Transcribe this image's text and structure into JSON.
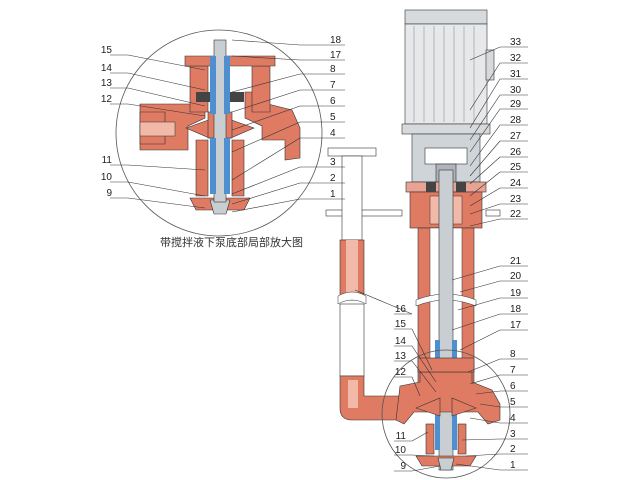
{
  "caption": "带搅拌液下泵底部局部放大图",
  "colors": {
    "body": "#e07b63",
    "body_dark": "#b24a35",
    "shaft": "#c9ced3",
    "shaft_dark": "#8f979e",
    "seal_blue": "#4f8fcf",
    "motor": "#e6e8ea",
    "motor_dark": "#9aa0a6",
    "frame": "#cfd4d8",
    "outline": "#333333"
  },
  "left_labels": [
    "1",
    "2",
    "3",
    "4",
    "5",
    "6",
    "7",
    "8",
    "9",
    "10",
    "11",
    "12",
    "13",
    "14",
    "15",
    "17",
    "18"
  ],
  "right_labels": [
    "1",
    "2",
    "3",
    "4",
    "5",
    "6",
    "7",
    "8",
    "9",
    "10",
    "11",
    "12",
    "13",
    "14",
    "15",
    "16",
    "17",
    "18",
    "19",
    "20",
    "21",
    "22",
    "23",
    "24",
    "25",
    "26",
    "27",
    "28",
    "29",
    "30",
    "31",
    "32",
    "33"
  ]
}
